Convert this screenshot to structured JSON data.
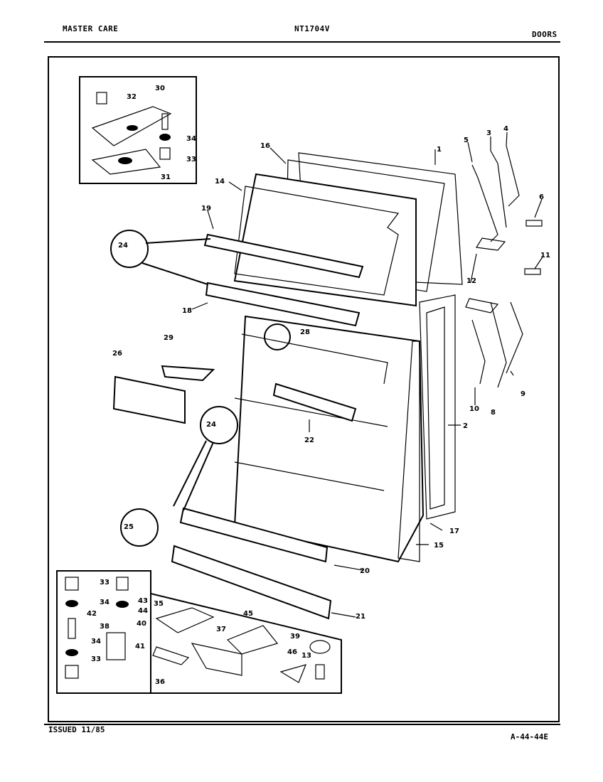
{
  "header": {
    "brand": "MASTER CARE",
    "model": "NT1704V",
    "section": "DOORS"
  },
  "footer": {
    "issued": "ISSUED 11/85",
    "code": "A-44-44E"
  },
  "callouts": {
    "c1": "1",
    "c2": "2",
    "c3": "3",
    "c4": "4",
    "c5": "5",
    "c6": "6",
    "c8": "8",
    "c9": "9",
    "c10": "10",
    "c11": "11",
    "c12": "12",
    "c13": "13",
    "c14": "14",
    "c15": "15",
    "c16": "16",
    "c17": "17",
    "c18": "18",
    "c19": "19",
    "c20": "20",
    "c21": "21",
    "c22": "22",
    "c24a": "24",
    "c24b": "24",
    "c25": "25",
    "c26": "26",
    "c28": "28",
    "c29": "29",
    "c30": "30",
    "c31": "31",
    "c32": "32",
    "c33a": "33",
    "c34a": "34",
    "c33b": "33",
    "c34b": "34",
    "c38": "38",
    "c42": "42",
    "c34c": "34",
    "c33c": "33",
    "c43": "43",
    "c44": "44",
    "c40": "40",
    "c41": "41",
    "c35": "35",
    "c36": "36",
    "c37": "37",
    "c45": "45",
    "c39": "39",
    "c46": "46"
  }
}
